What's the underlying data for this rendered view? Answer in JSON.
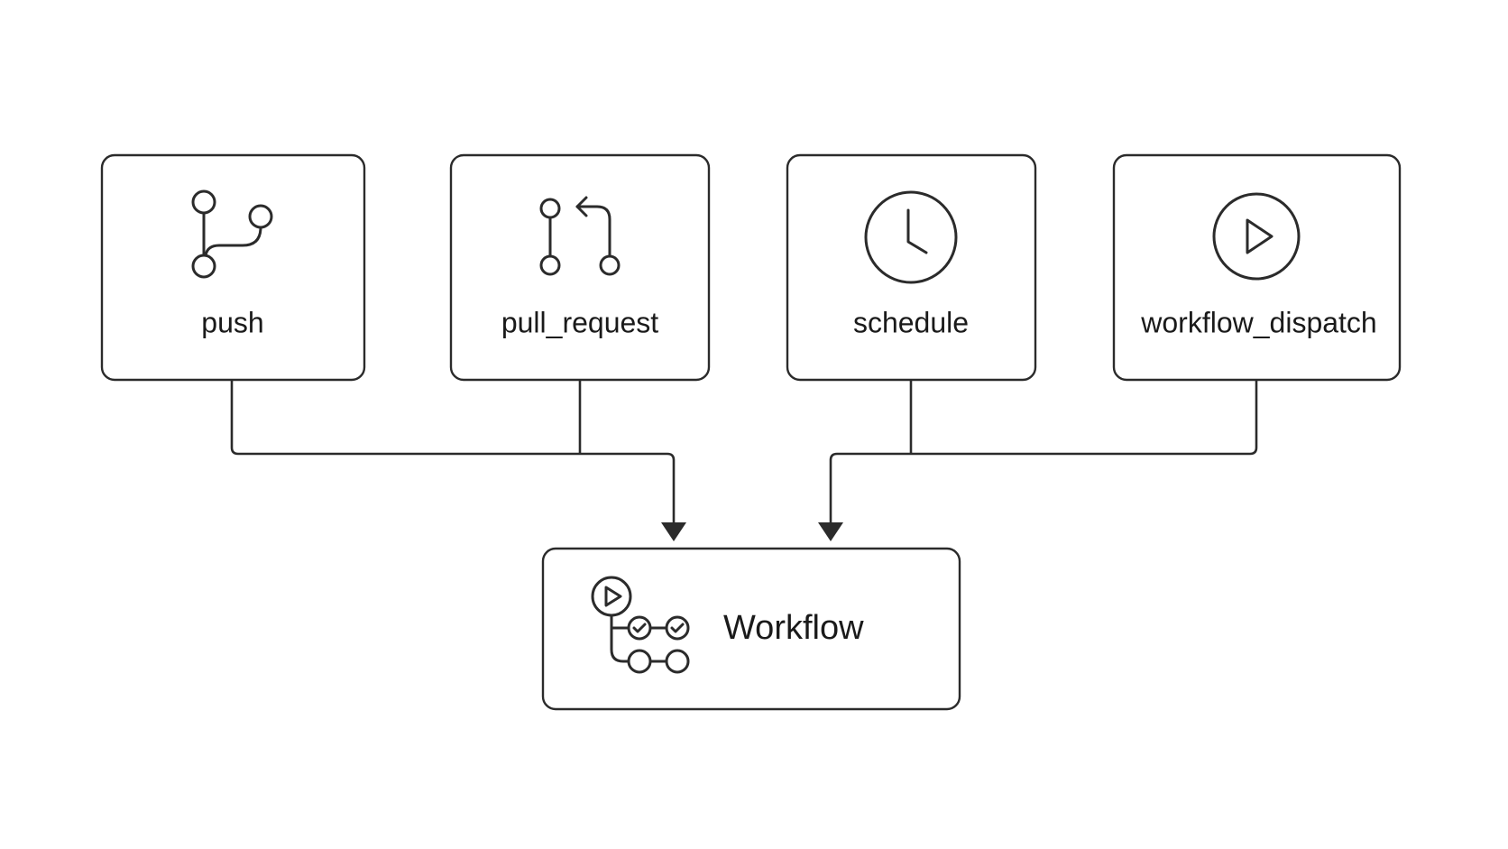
{
  "triggers": [
    {
      "id": "push",
      "label": "push",
      "icon": "git-branch-icon"
    },
    {
      "id": "pull_request",
      "label": "pull_request",
      "icon": "git-pull-request-icon"
    },
    {
      "id": "schedule",
      "label": "schedule",
      "icon": "clock-icon"
    },
    {
      "id": "workflow_dispatch",
      "label": "workflow_dispatch",
      "icon": "play-circle-icon"
    }
  ],
  "workflow": {
    "label": "Workflow",
    "icon": "workflow-icon"
  },
  "colors": {
    "stroke": "#2b2b2b",
    "background": "#ffffff",
    "text": "#1a1a1a"
  }
}
